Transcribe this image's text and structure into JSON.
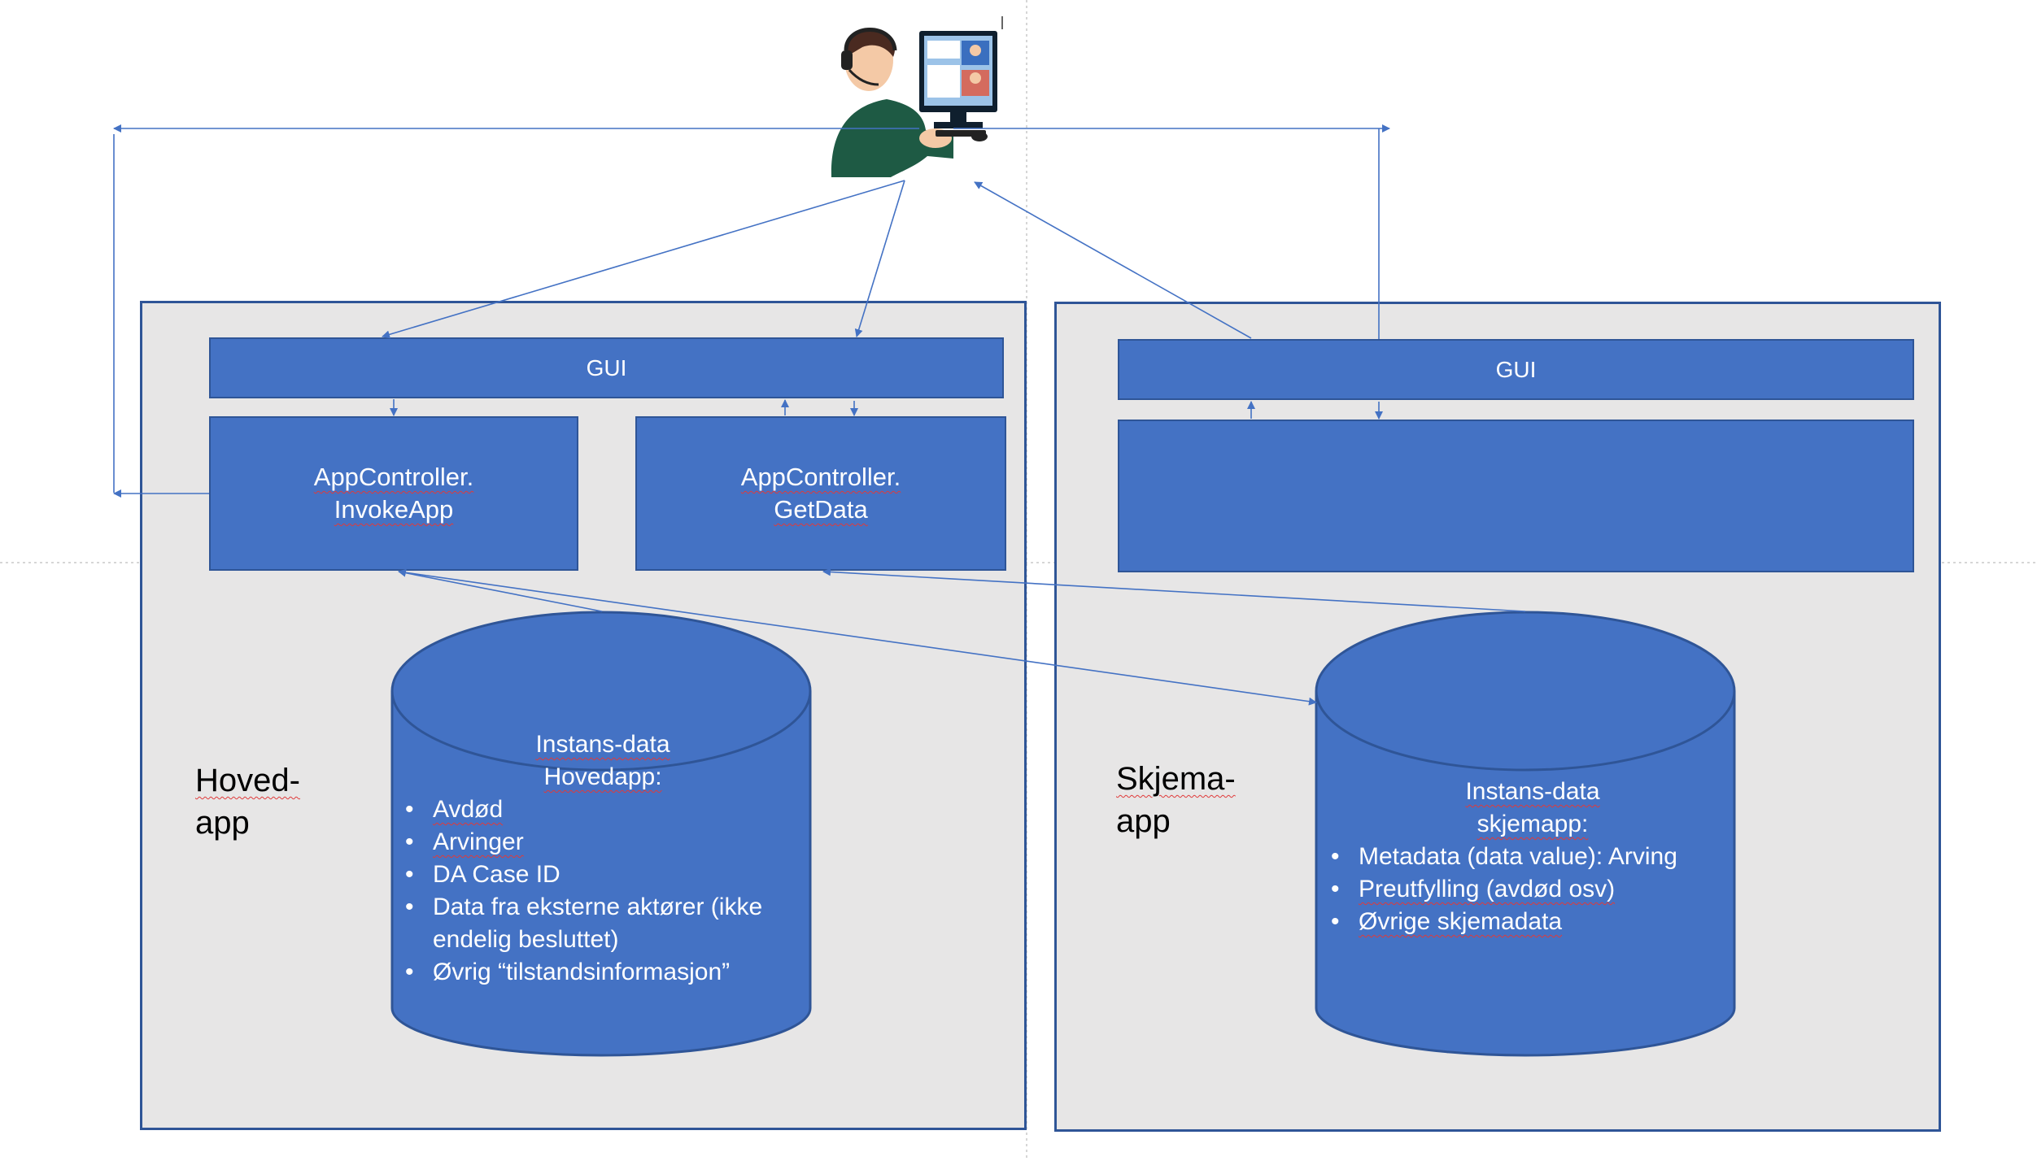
{
  "hovedapp": {
    "gui_label": "GUI",
    "invoke_line1": "AppController.",
    "invoke_line2": "InvokeApp",
    "getdata_line1": "AppController.",
    "getdata_line2": "GetData",
    "app_label_line1": "Hoved-",
    "app_label_line2": "app",
    "db_title_line1": "Instans-data",
    "db_title_line2": "Hovedapp:",
    "db_items": [
      "Avdød",
      "Arvinger",
      "DA Case ID",
      "Data fra eksterne aktører (ikke endelig besluttet)",
      "Øvrig “tilstandsinformasjon”"
    ]
  },
  "skjemaapp": {
    "gui_label": "GUI",
    "app_label_line1": "Skjema-",
    "app_label_line2": "app",
    "db_title_line1": "Instans-data",
    "db_title_line2": "skjemapp:",
    "db_items": [
      "Metadata (data value): Arving",
      "Preutfylling (avdød osv)",
      "Øvrige skjemadata"
    ]
  },
  "icons": {
    "user": "support-agent-at-computer-icon"
  },
  "colors": {
    "box_fill": "#4472c4",
    "box_border": "#2f5597",
    "panel_fill": "#e7e6e6",
    "arrow": "#4472c4"
  }
}
